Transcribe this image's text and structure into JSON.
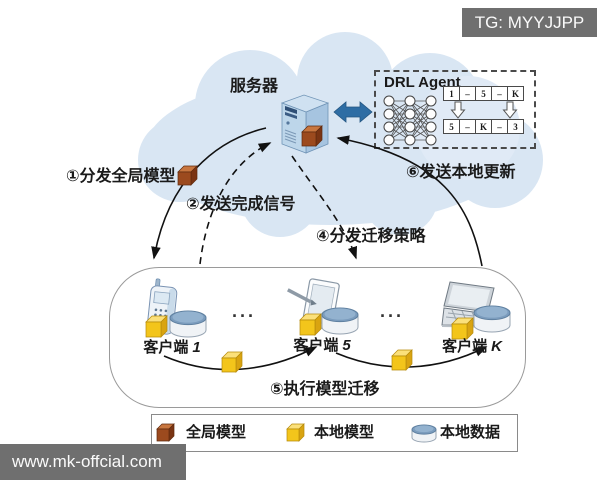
{
  "badges": {
    "tg": "TG: MYYJJPP",
    "site": "www.mk-offcial.com"
  },
  "server": {
    "label": "服务器"
  },
  "drl": {
    "title": "DRL Agent",
    "vector_top": [
      "1",
      "–",
      "5",
      "–",
      "K"
    ],
    "vector_bottom": [
      "5",
      "–",
      "K",
      "–",
      "3"
    ]
  },
  "steps": {
    "s1": "①分发全局模型",
    "s2": "②发送完成信号",
    "s4": "④分发迁移策略",
    "s5": "⑤执行模型迁移",
    "s6": "⑥发送本地更新"
  },
  "clients": {
    "c1_prefix": "客户端",
    "c1_id": "1",
    "c5_prefix": "客户端",
    "c5_id": "5",
    "cK_prefix": "客户端",
    "cK_id": "K",
    "dots": "···"
  },
  "legend": {
    "items": [
      {
        "label": "全局模型",
        "icon": "global-model-cube-icon",
        "color": "#9c4a1e"
      },
      {
        "label": "本地模型",
        "icon": "local-model-cube-icon",
        "color": "#f3c51b"
      },
      {
        "label": "本地数据",
        "icon": "local-data-cylinder-icon",
        "color": "#7b9cbd"
      }
    ]
  },
  "icons": {
    "cloud": "cloud-shape",
    "server": "server-tower-icon",
    "exchange": "double-arrow-icon",
    "neural_net": "neural-network-icon",
    "phone": "mobile-phone-icon",
    "tablet": "tablet-icon",
    "laptop": "laptop-icon"
  },
  "colors": {
    "cloud": "#d9e6f3",
    "exchange_arrow": "#2e6da4",
    "global_model_front": "#9c4a1e",
    "local_model_front": "#f3c51b",
    "local_data_top": "#7b9cbd",
    "badge_bg": "#6f6f6f"
  }
}
